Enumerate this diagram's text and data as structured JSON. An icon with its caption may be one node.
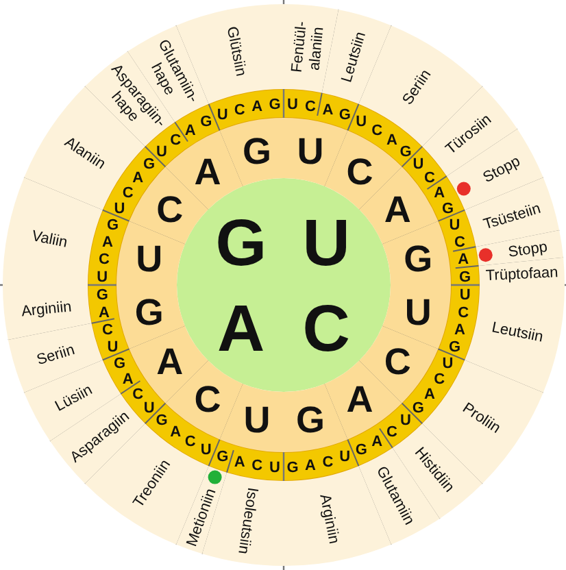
{
  "diagram": {
    "nodes": [
      {
        "text": [
          "G"
        ]
      },
      {
        "text": [
          "U"
        ]
      },
      {
        "text": [
          "A"
        ]
      },
      {
        "text": [
          "C"
        ]
      },
      {
        "text": [
          "U"
        ]
      },
      {
        "text": [
          "C"
        ]
      },
      {
        "text": [
          "A"
        ]
      },
      {
        "text": [
          "G"
        ]
      },
      {
        "text": [
          "U"
        ]
      },
      {
        "text": [
          "C"
        ]
      },
      {
        "text": [
          "A"
        ]
      },
      {
        "text": [
          "G"
        ]
      },
      {
        "text": [
          "U"
        ]
      },
      {
        "text": [
          "C"
        ]
      },
      {
        "text": [
          "A"
        ]
      },
      {
        "text": [
          "G"
        ]
      },
      {
        "text": [
          "U"
        ]
      },
      {
        "text": [
          "C"
        ]
      },
      {
        "text": [
          "A"
        ]
      },
      {
        "text": [
          "G"
        ]
      },
      {
        "text": [
          "Fenüül-alaniin"
        ]
      },
      {
        "text": [
          "Leutsiin"
        ]
      },
      {
        "text": [
          "Seriin"
        ]
      },
      {
        "text": [
          "Türosiin"
        ]
      },
      {
        "text": [
          "Stopp"
        ]
      },
      {
        "text": [
          "Tsüsteiin"
        ]
      },
      {
        "text": [
          "Stopp"
        ]
      },
      {
        "text": [
          "Trüptofaan"
        ]
      },
      {
        "text": [
          "Leutsiin"
        ]
      },
      {
        "text": [
          "Proliin"
        ]
      },
      {
        "text": [
          "Histidiin"
        ]
      },
      {
        "text": [
          "Glutamiin"
        ]
      },
      {
        "text": [
          "Arginiin"
        ]
      },
      {
        "text": [
          "Isoleutsiin"
        ]
      },
      {
        "text": [
          "Metioniin"
        ]
      },
      {
        "text": [
          "Treoniin"
        ]
      },
      {
        "text": [
          "Asparagiin"
        ]
      },
      {
        "text": [
          "Lüsiin"
        ]
      },
      {
        "text": [
          "Seriin"
        ]
      },
      {
        "text": [
          "Arginiin"
        ]
      },
      {
        "text": [
          "Valiin"
        ]
      },
      {
        "text": [
          "Alaniin"
        ]
      },
      {
        "text": [
          "Asparagiin-hape"
        ]
      },
      {
        "text": [
          "Glutamiin-hape"
        ]
      },
      {
        "text": [
          "Glütsiin"
        ]
      }
    ],
    "labels": [
      "U",
      "C",
      "A",
      "G",
      "U",
      "C",
      "A",
      "G",
      "U",
      "C",
      "A",
      "G",
      "U",
      "C",
      "A",
      "G",
      "U",
      "C",
      "A",
      "G",
      "U",
      "C",
      "A",
      "G",
      "U",
      "C",
      "A",
      "G",
      "U",
      "C",
      "A",
      "G",
      "U",
      "C",
      "A",
      "G",
      "U",
      "C",
      "A",
      "G",
      "U",
      "C",
      "A",
      "G",
      "U",
      "C",
      "A",
      "G",
      "U",
      "C",
      "A",
      "G",
      "U",
      "C",
      "A",
      "G",
      "U",
      "C",
      "A",
      "G",
      "U",
      "C",
      "A",
      "G"
    ]
  }
}
